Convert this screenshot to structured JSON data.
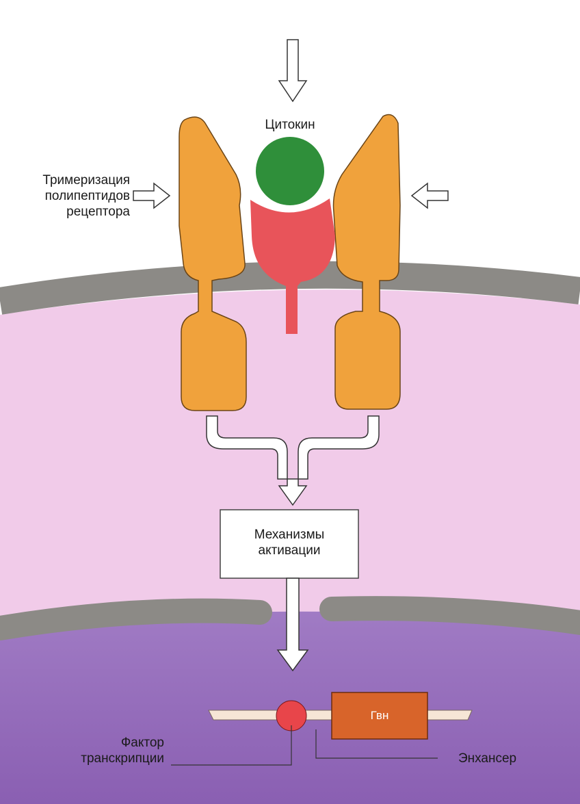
{
  "labels": {
    "cytokine": "Цитокин",
    "trimerization": [
      "Тримеризация",
      "полипептидов",
      "рецептора"
    ],
    "activation": [
      "Механизмы",
      "активации"
    ],
    "gene": "Гвн",
    "transcription_factor": [
      "Фактор",
      "транскрипции"
    ],
    "enhancer": "Энхансер"
  },
  "colors": {
    "cytoplasm": "#f1cbe9",
    "nucleus": "#8f64b5",
    "membrane": "#8c8a86",
    "receptor": "#f0a23c",
    "receptor_core": "#e8545a",
    "cytokine": "#2f8f3a",
    "gene_box": "#d8642a",
    "transcription_factor": "#e8454a",
    "dna": "#f6e6d6"
  },
  "icons": [
    "down-arrow-icon",
    "right-arrow-icon",
    "left-arrow-icon",
    "merge-arrow-icon"
  ]
}
